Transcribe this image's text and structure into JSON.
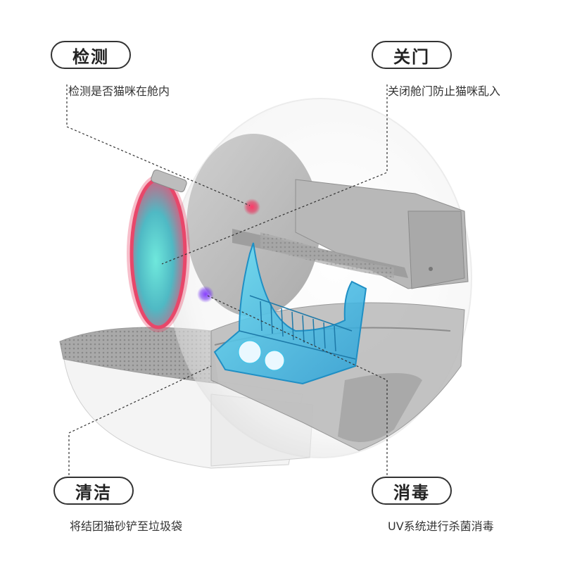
{
  "callouts": {
    "detect": {
      "title": "检测",
      "desc": "检测是否猫咪在舱内"
    },
    "close": {
      "title": "关门",
      "desc": "关闭舱门防止猫咪乱入"
    },
    "clean": {
      "title": "清洁",
      "desc": "将结团猫砂铲至垃圾袋"
    },
    "disinfect": {
      "title": "消毒",
      "desc": "UV系统进行杀菌消毒"
    }
  },
  "colors": {
    "line": "#333333",
    "door_glow": "#e8476a",
    "door_glass": "#5fd8d0",
    "sensor_red": "#e8305a",
    "uv_purple": "#7a3cf0",
    "rake_blue": "#3cc6ea"
  }
}
